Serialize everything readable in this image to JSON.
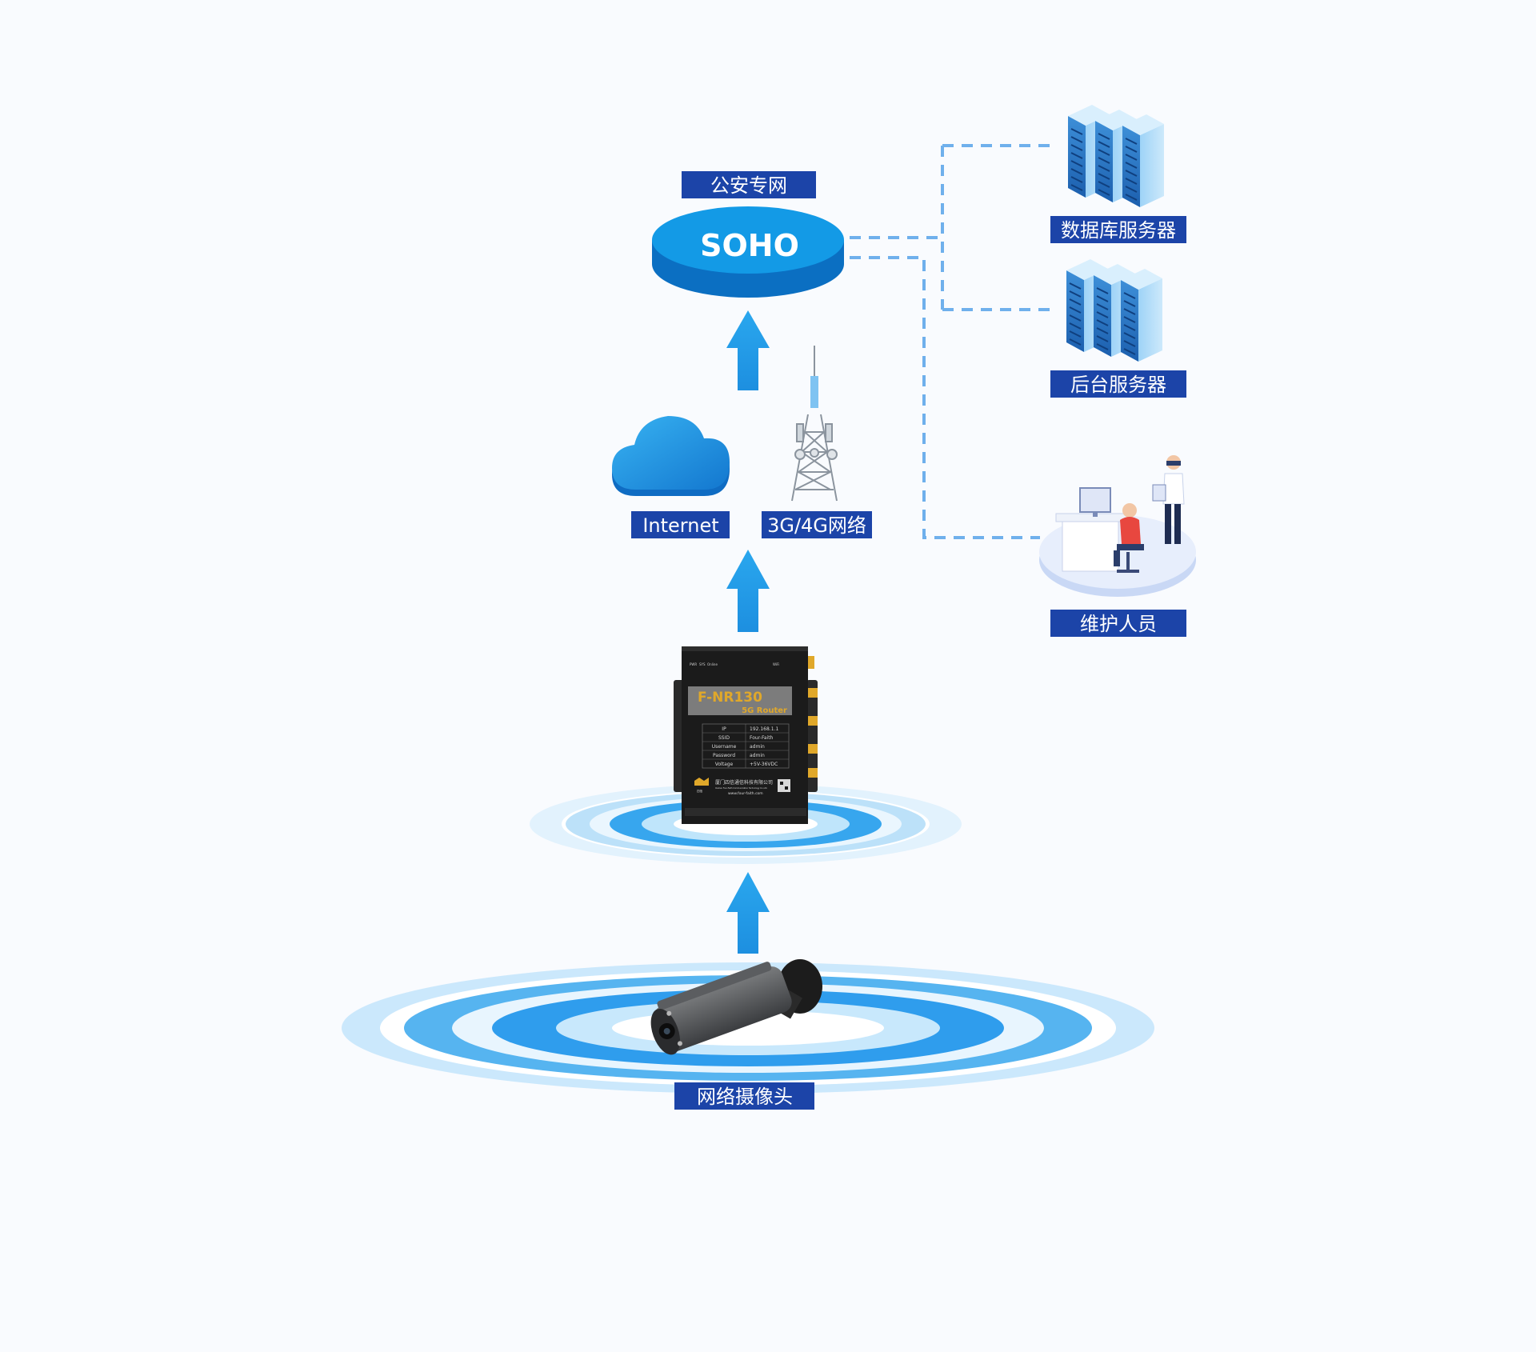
{
  "labels": {
    "public_security_network": "公安专网",
    "soho": "SOHO",
    "database_server": "数据库服务器",
    "backend_server": "后台服务器",
    "internet": "Internet",
    "cellular_network": "3G/4G网络",
    "maintenance_staff": "维护人员",
    "network_camera": "网络摄像头"
  },
  "router": {
    "model": "F-NR130",
    "subtitle": "5G Router",
    "leds": [
      "PWR",
      "SYS",
      "Online",
      "WiFi"
    ],
    "specs": [
      {
        "key": "IP",
        "value": "192.168.1.1"
      },
      {
        "key": "SSID",
        "value": "Four-Faith"
      },
      {
        "key": "Username",
        "value": "admin"
      },
      {
        "key": "Password",
        "value": "admin"
      },
      {
        "key": "Voltage",
        "value": "+5V-36VDC"
      }
    ],
    "brand_cn": "厦门四信通信科技有限公司",
    "brand_en": "Xiamen Four-Faith Communication Technology Co.,Ltd.",
    "website": "www.four-faith.com",
    "brand_mark": "四信"
  },
  "colors": {
    "label_bg": "#1c44a8",
    "arrow": "#1ea3ec",
    "dash_line": "#6fb0ec",
    "soho_top": "#139ae6",
    "soho_side": "#0b6fc2",
    "router_body": "#1b1b1b",
    "router_accent": "#e0a82a",
    "cloud": "#1a95e2",
    "server": "#3a8fd6"
  }
}
